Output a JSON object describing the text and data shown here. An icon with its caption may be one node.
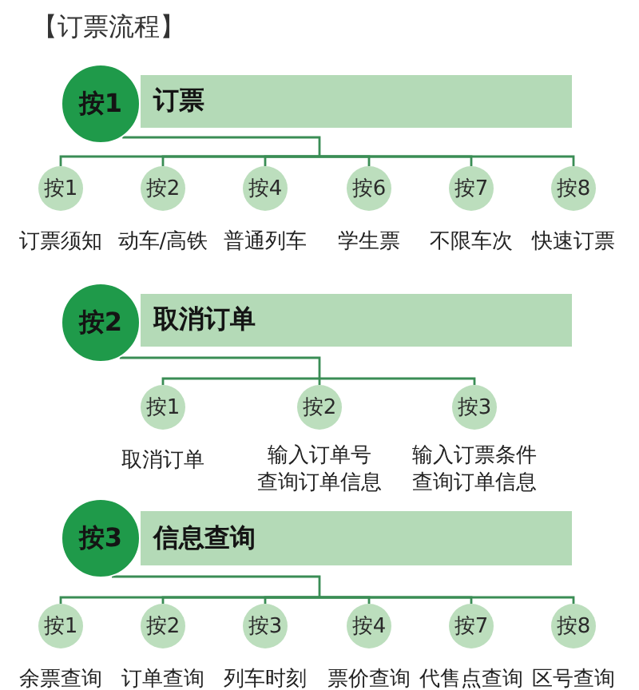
{
  "diagram": {
    "title": "【订票流程】",
    "nodes": [
      {
        "text": [
          "按1"
        ]
      },
      {
        "text": [
          "订票"
        ]
      },
      {
        "text": [
          "按1"
        ],
        "beside": [
          "订票须知"
        ]
      },
      {
        "text": [
          "按2"
        ],
        "beside": [
          "动车/高铁"
        ]
      },
      {
        "text": [
          "按4"
        ],
        "beside": [
          "普通列车"
        ]
      },
      {
        "text": [
          "按6"
        ],
        "beside": [
          "学生票"
        ]
      },
      {
        "text": [
          "按7"
        ],
        "beside": [
          "不限车次"
        ]
      },
      {
        "text": [
          "按8"
        ],
        "beside": [
          "快速订票"
        ]
      },
      {
        "text": [
          "按2"
        ]
      },
      {
        "text": [
          "取消订单"
        ]
      },
      {
        "text": [
          "按1"
        ],
        "beside": [
          "取消订单"
        ]
      },
      {
        "text": [
          "按2"
        ],
        "beside": [
          "输入订单号查询订单信息"
        ]
      },
      {
        "text": [
          "按3"
        ],
        "beside": [
          "输入订票条件查询订单信息"
        ]
      },
      {
        "text": [
          "按3"
        ]
      },
      {
        "text": [
          "信息查询"
        ]
      },
      {
        "text": [
          "按1"
        ],
        "beside": [
          "余票查询"
        ]
      },
      {
        "text": [
          "按2"
        ],
        "beside": [
          "订单查询"
        ]
      },
      {
        "text": [
          "按3"
        ],
        "beside": [
          "列车时刻"
        ]
      },
      {
        "text": [
          "按4"
        ],
        "beside": [
          "票价查询"
        ]
      },
      {
        "text": [
          "按7"
        ],
        "beside": [
          "代售点查询"
        ]
      },
      {
        "text": [
          "按8"
        ],
        "beside": [
          "区号查询"
        ]
      }
    ],
    "edges": [
      {
        "from": 0,
        "to": 2,
        "arrow": "none"
      },
      {
        "from": 0,
        "to": 3,
        "arrow": "none"
      },
      {
        "from": 0,
        "to": 4,
        "arrow": "none"
      },
      {
        "from": 0,
        "to": 5,
        "arrow": "none"
      },
      {
        "from": 0,
        "to": 6,
        "arrow": "none"
      },
      {
        "from": 0,
        "to": 7,
        "arrow": "none"
      },
      {
        "from": 8,
        "to": 10,
        "arrow": "none"
      },
      {
        "from": 8,
        "to": 11,
        "arrow": "none"
      },
      {
        "from": 8,
        "to": 12,
        "arrow": "none"
      },
      {
        "from": 13,
        "to": 15,
        "arrow": "none"
      },
      {
        "from": 13,
        "to": 16,
        "arrow": "none"
      },
      {
        "from": 13,
        "to": 17,
        "arrow": "none"
      },
      {
        "from": 13,
        "to": 18,
        "arrow": "none"
      },
      {
        "from": 13,
        "to": 19,
        "arrow": "none"
      },
      {
        "from": 13,
        "to": 20,
        "arrow": "none"
      }
    ]
  }
}
